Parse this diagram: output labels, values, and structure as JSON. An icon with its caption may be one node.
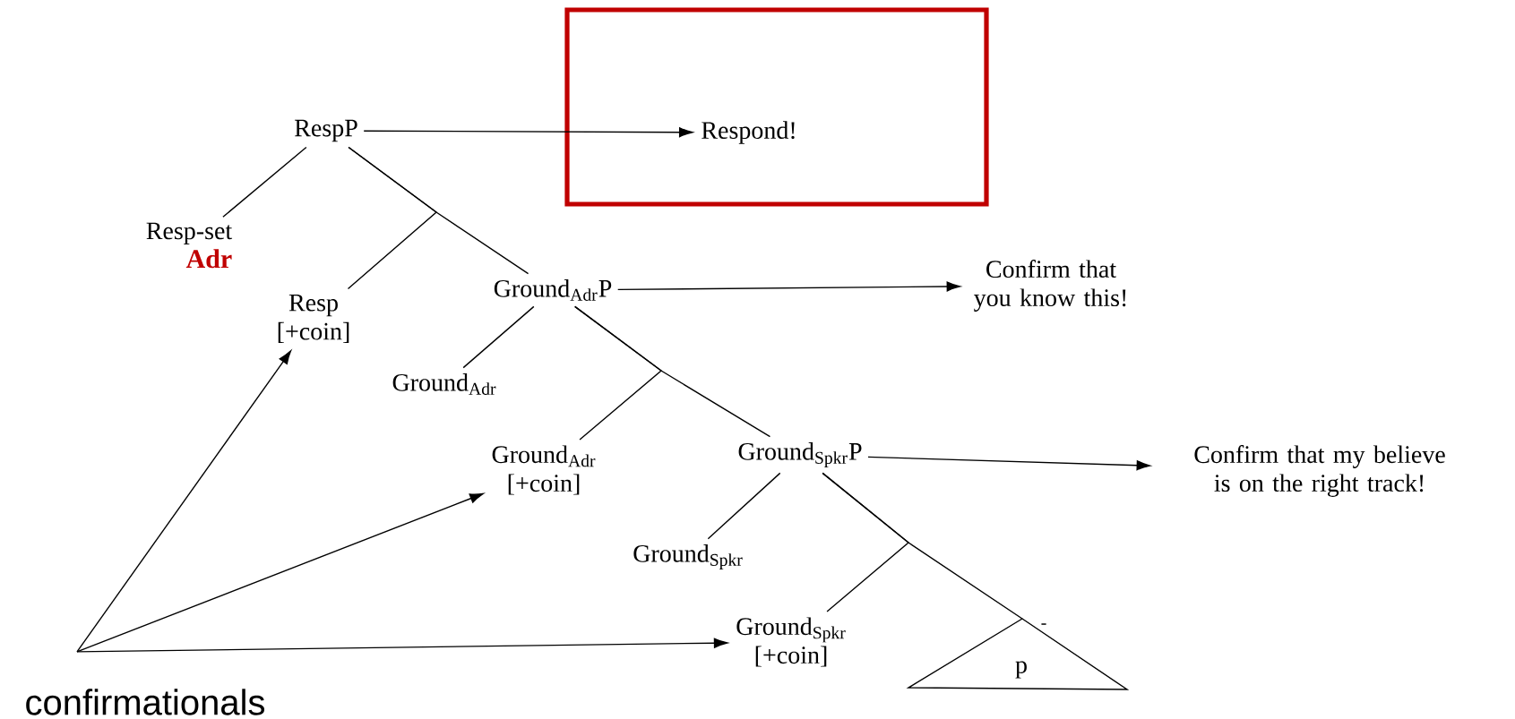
{
  "diagram": {
    "nodes": [
      {
        "text": [
          "RespP"
        ]
      },
      {
        "text": [],
        "shape": "box"
      },
      {
        "text": [
          "Respond!"
        ],
        "in": 1
      },
      {
        "text": [
          "Resp-set",
          "Adr"
        ]
      },
      {
        "text": [
          "Resp",
          "[+coin]"
        ]
      },
      {
        "text": [
          "Ground$_{Adr}$P"
        ]
      },
      {
        "text": [
          "Confirm that you know this!"
        ]
      },
      {
        "text": [
          "Ground$_{Adr}$"
        ]
      },
      {
        "text": [
          "Ground$_{Adr}$",
          "[+coin]"
        ]
      },
      {
        "text": [
          "Ground$_{Spkr}$P"
        ]
      },
      {
        "text": [
          "Confirm that my believe is on the right track!"
        ]
      },
      {
        "text": [
          "Ground$_{Spkr}$"
        ]
      },
      {
        "text": [
          "Ground$_{Spkr}$",
          "[+coin]"
        ]
      },
      {
        "text": [
          "p"
        ]
      },
      {
        "text": [
          "confirmationals"
        ]
      }
    ],
    "edges": [
      {
        "from": 0,
        "to": 2,
        "arrow": "to"
      },
      {
        "from": 0,
        "to": 3,
        "arrow": "none"
      },
      {
        "from": 0,
        "to": 4,
        "arrow": "none"
      },
      {
        "from": 0,
        "to": 5,
        "arrow": "none"
      },
      {
        "from": 5,
        "to": 6,
        "arrow": "to"
      },
      {
        "from": 5,
        "to": 7,
        "arrow": "none"
      },
      {
        "from": 5,
        "to": 8,
        "arrow": "none"
      },
      {
        "from": 5,
        "to": 9,
        "arrow": "none"
      },
      {
        "from": 9,
        "to": 10,
        "arrow": "to"
      },
      {
        "from": 9,
        "to": 11,
        "arrow": "none"
      },
      {
        "from": 9,
        "to": 12,
        "arrow": "none"
      },
      {
        "from": 9,
        "to": 13,
        "arrow": "none"
      },
      {
        "from": 14,
        "to": 4,
        "arrow": "to"
      },
      {
        "from": 14,
        "to": 8,
        "arrow": "to"
      },
      {
        "from": 14,
        "to": 12,
        "arrow": "to"
      }
    ],
    "labels": [
      "-"
    ]
  }
}
